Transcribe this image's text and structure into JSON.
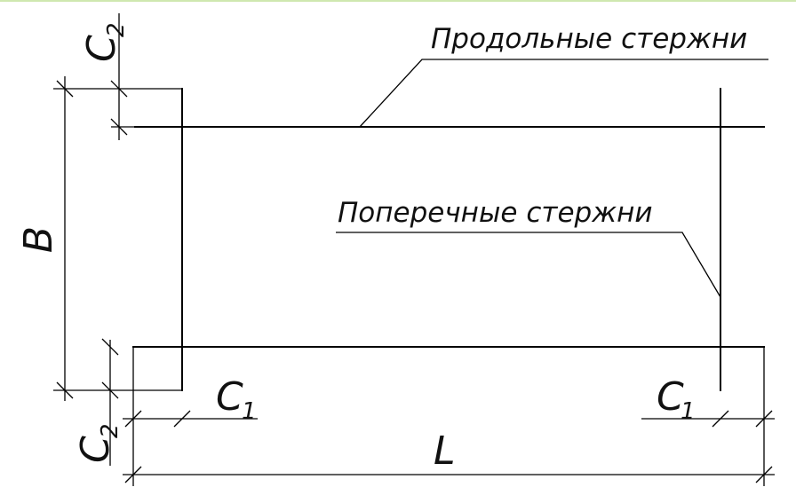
{
  "labels": {
    "longitudinal_bars": "Продольные стержни",
    "transverse_bars": "Поперечные стержни",
    "dim_B": "B",
    "dim_L": "L",
    "dim_C": "C",
    "sub_1": "1",
    "sub_2": "2"
  },
  "colors": {
    "ink": "#000000",
    "top_border": "#cfe8b0"
  }
}
